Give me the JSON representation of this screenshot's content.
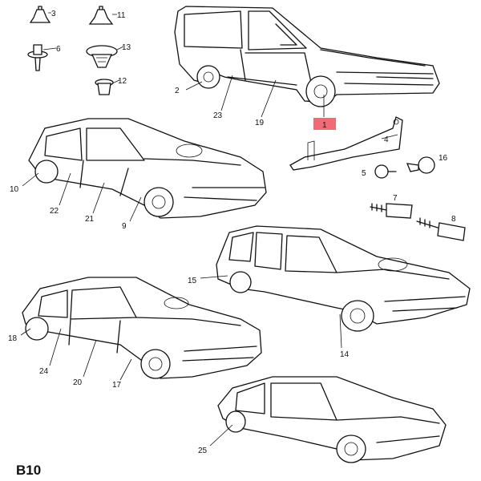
{
  "diagram_title": "B10",
  "highlight_color": "#f06a78",
  "callouts": {
    "c3": "3",
    "c11": "11",
    "c6": "6",
    "c13": "13",
    "c12": "12",
    "c2": "2",
    "c23": "23",
    "c19": "19",
    "c1": "1",
    "c4": "4",
    "c16": "16",
    "c5": "5",
    "c7": "7",
    "c8": "8",
    "c10": "10",
    "c22": "22",
    "c21": "21",
    "c9": "9",
    "c15": "15",
    "c14": "14",
    "c18": "18",
    "c24": "24",
    "c20": "20",
    "c17": "17",
    "c25": "25"
  }
}
